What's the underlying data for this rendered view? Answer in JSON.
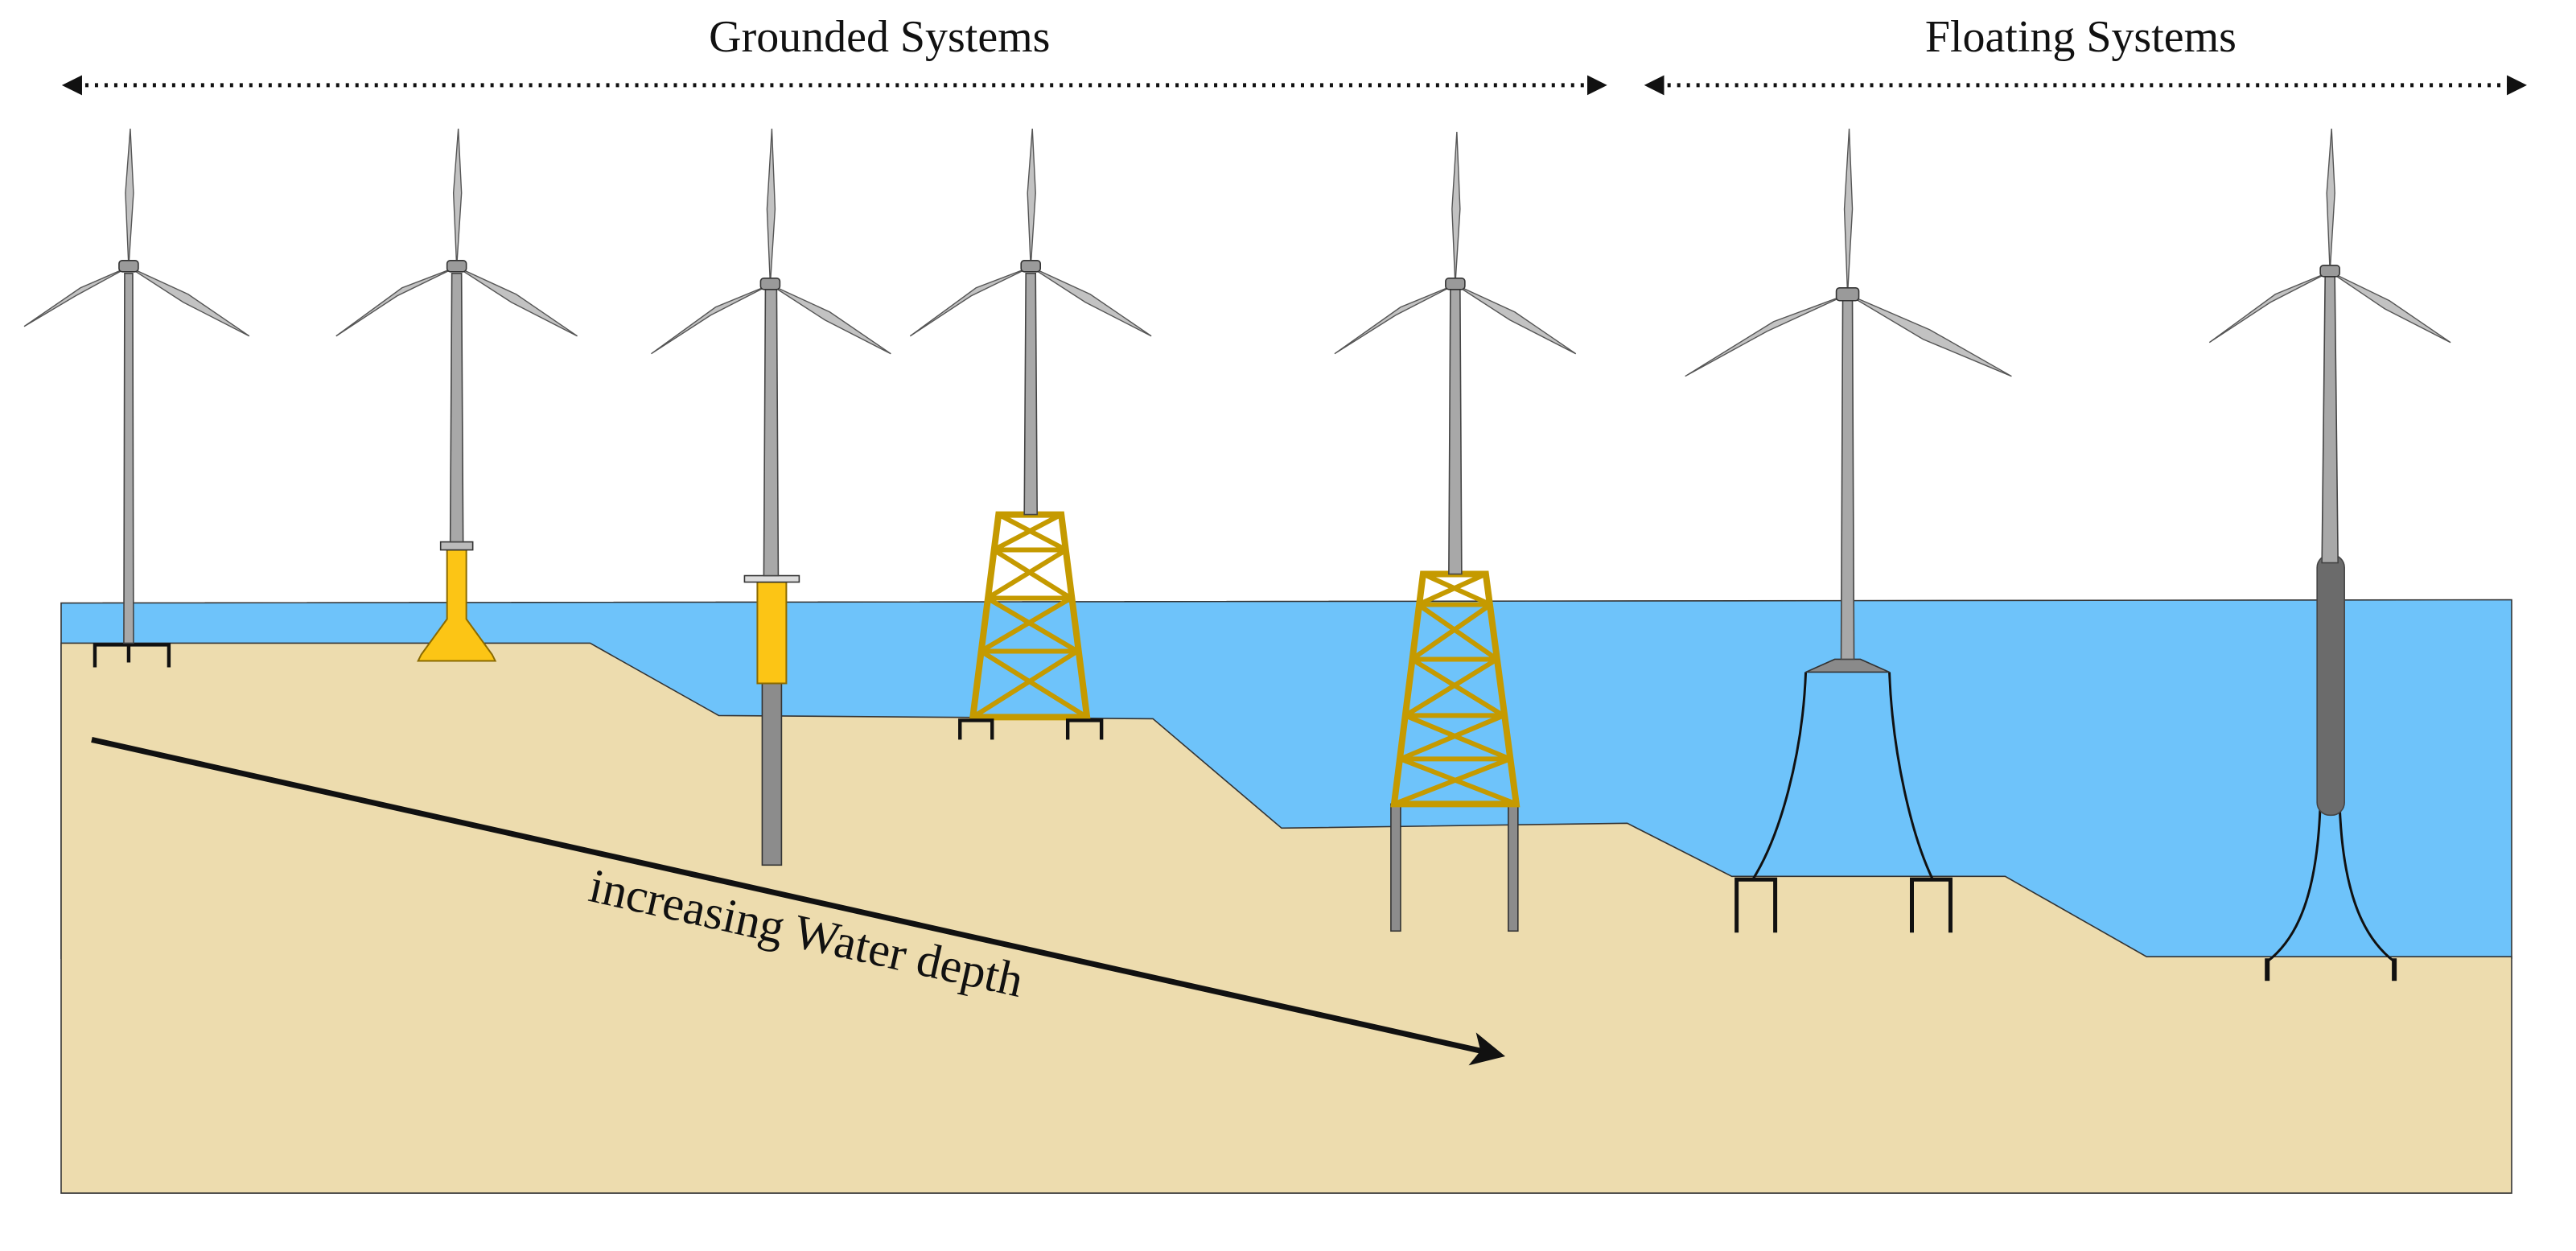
{
  "headers": {
    "grounded": "Grounded Systems",
    "floating": "Floating Systems"
  },
  "depth_label": "increasing Water depth",
  "colors": {
    "water": "#6ec3fa",
    "seabed": "#eddcae",
    "tower": "#a8a8a8",
    "blade": "#c2c2c2",
    "foundation_yellow": "#fcc515",
    "spar_dark": "#6b6b6b",
    "outline": "#222222"
  },
  "icons": {
    "header_arrows": "dotted-double-arrow",
    "depth_arrow": "solid-arrow"
  }
}
